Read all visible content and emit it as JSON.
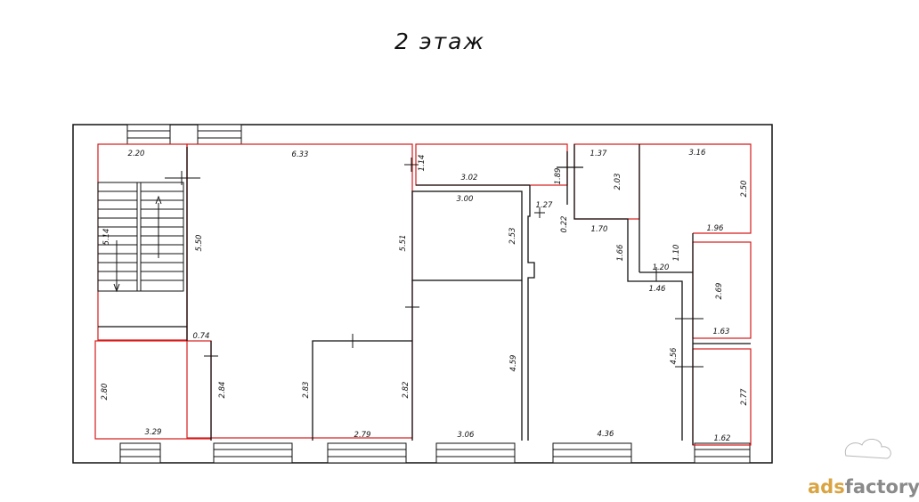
{
  "title": "2 этаж",
  "watermark": {
    "brand_a": "ads",
    "brand_b": "factory"
  },
  "colors": {
    "walls": "#111111",
    "room_outline": "#d61a1a",
    "watermark_orange": "#d9a441",
    "watermark_gray": "#8a8a8a"
  },
  "dimensions": {
    "d220": "2.20",
    "d633": "6.33",
    "d114": "1.14",
    "d302": "3.02",
    "d189": "1.89",
    "d137": "1.37",
    "d203": "2.03",
    "d316": "3.16",
    "d250": "2.50",
    "d514": "5.14",
    "d550": "5.50",
    "d551": "5.51",
    "d300": "3.00",
    "d253": "2.53",
    "d127": "1.27",
    "d022": "0.22",
    "d170": "1.70",
    "d166": "1.66",
    "d110": "1.10",
    "d196": "1.96",
    "d120": "1.20",
    "d146": "1.46",
    "d269": "2.69",
    "d163": "1.63",
    "d074": "0.74",
    "d280": "2.80",
    "d284": "2.84",
    "d283": "2.83",
    "d282": "2.82",
    "d459": "4.59",
    "d456": "4.56",
    "d277": "2.77",
    "d329": "3.29",
    "d279": "2.79",
    "d306": "3.06",
    "d436": "4.36",
    "d162": "1.62"
  }
}
